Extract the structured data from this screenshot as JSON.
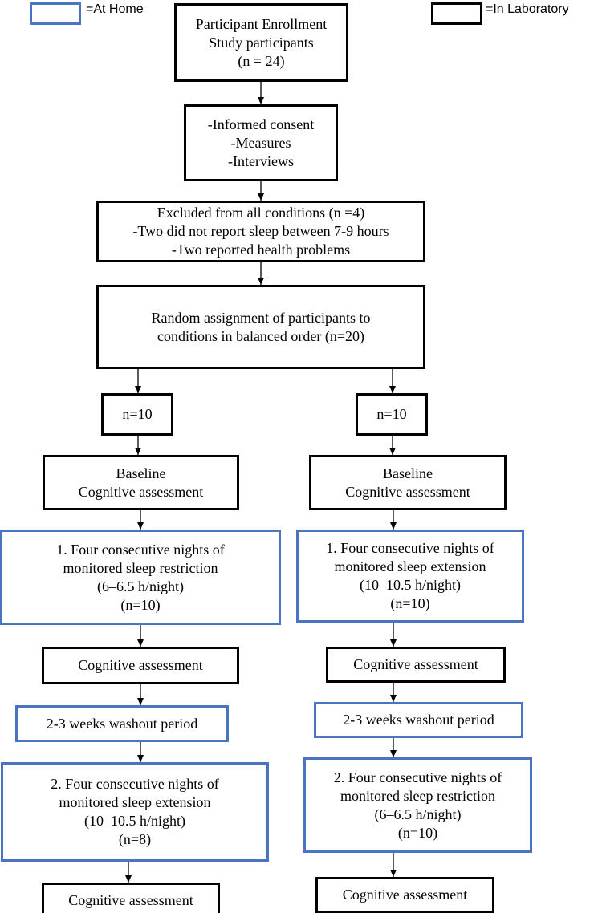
{
  "legend": {
    "home": {
      "label": "=At Home",
      "color": "#4a73c0"
    },
    "lab": {
      "label": "=In Laboratory",
      "color": "#000000"
    }
  },
  "enrollment": {
    "lines": [
      "Participant Enrollment",
      "Study participants",
      "(n = 24)"
    ]
  },
  "consent": {
    "lines": [
      "-Informed consent",
      "-Measures",
      "-Interviews"
    ]
  },
  "excluded": {
    "lines": [
      "Excluded from all conditions (n =4)",
      "-Two did not report sleep between 7-9 hours",
      "-Two reported health problems"
    ]
  },
  "random": {
    "lines": [
      "Random assignment of participants to",
      "conditions in balanced order (n=20)"
    ]
  },
  "left": {
    "n": "n=10",
    "baseline": [
      "Baseline",
      "Cognitive assessment"
    ],
    "phase1": [
      "1. Four consecutive nights of",
      "monitored sleep restriction",
      "(6–6.5 h/night)",
      "(n=10)"
    ],
    "assess1": "Cognitive assessment",
    "washout": "2-3 weeks washout period",
    "phase2": [
      "2. Four consecutive nights of",
      "monitored sleep extension",
      "(10–10.5 h/night)",
      "(n=8)"
    ],
    "assess2": "Cognitive assessment"
  },
  "right": {
    "n": "n=10",
    "baseline": [
      "Baseline",
      "Cognitive assessment"
    ],
    "phase1": [
      "1. Four consecutive nights of",
      "monitored sleep extension",
      "(10–10.5 h/night)",
      "(n=10)"
    ],
    "assess1": "Cognitive assessment",
    "washout": "2-3 weeks washout period",
    "phase2": [
      "2. Four consecutive nights of",
      "monitored sleep restriction",
      "(6–6.5 h/night)",
      "(n=10)"
    ],
    "assess2": "Cognitive assessment"
  }
}
